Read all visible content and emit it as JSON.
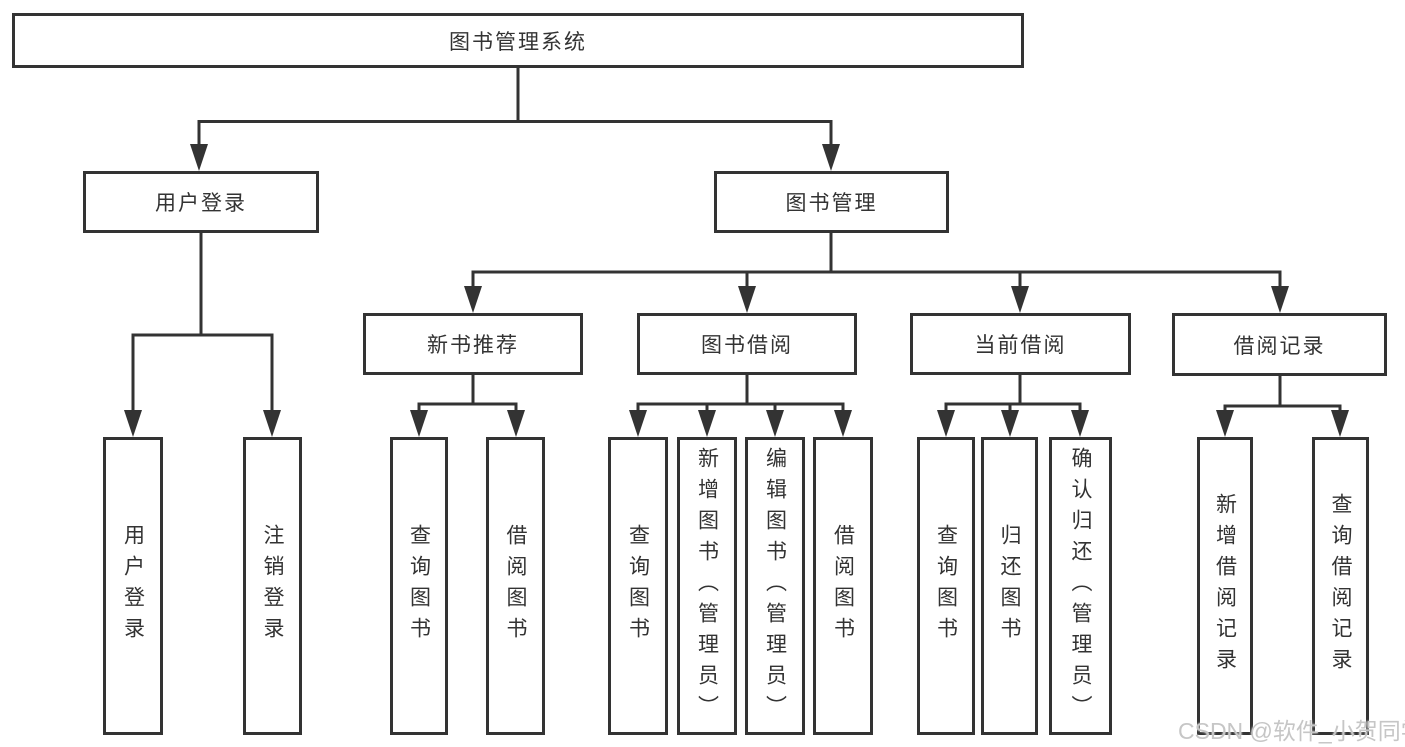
{
  "tree": {
    "root": "图书管理系统",
    "level2": [
      "用户登录",
      "图书管理"
    ],
    "level3": [
      "新书推荐",
      "图书借阅",
      "当前借阅",
      "借阅记录"
    ],
    "leaves": {
      "login": [
        "用户登录",
        "注销登录"
      ],
      "recommend": [
        "查询图书",
        "借阅图书"
      ],
      "borrow": [
        "查询图书",
        "新增图书（管理员）",
        "编辑图书（管理员）",
        "借阅图书"
      ],
      "current": [
        "查询图书",
        "归还图书",
        "确认归还（管理员）"
      ],
      "records": [
        "新增借阅记录",
        "查询借阅记录"
      ]
    }
  },
  "watermark": "CSDN @软件_小贺同学",
  "colors": {
    "line": "#333333",
    "text": "#333333",
    "watermark": "#c6c6c6",
    "background": "#ffffff"
  }
}
